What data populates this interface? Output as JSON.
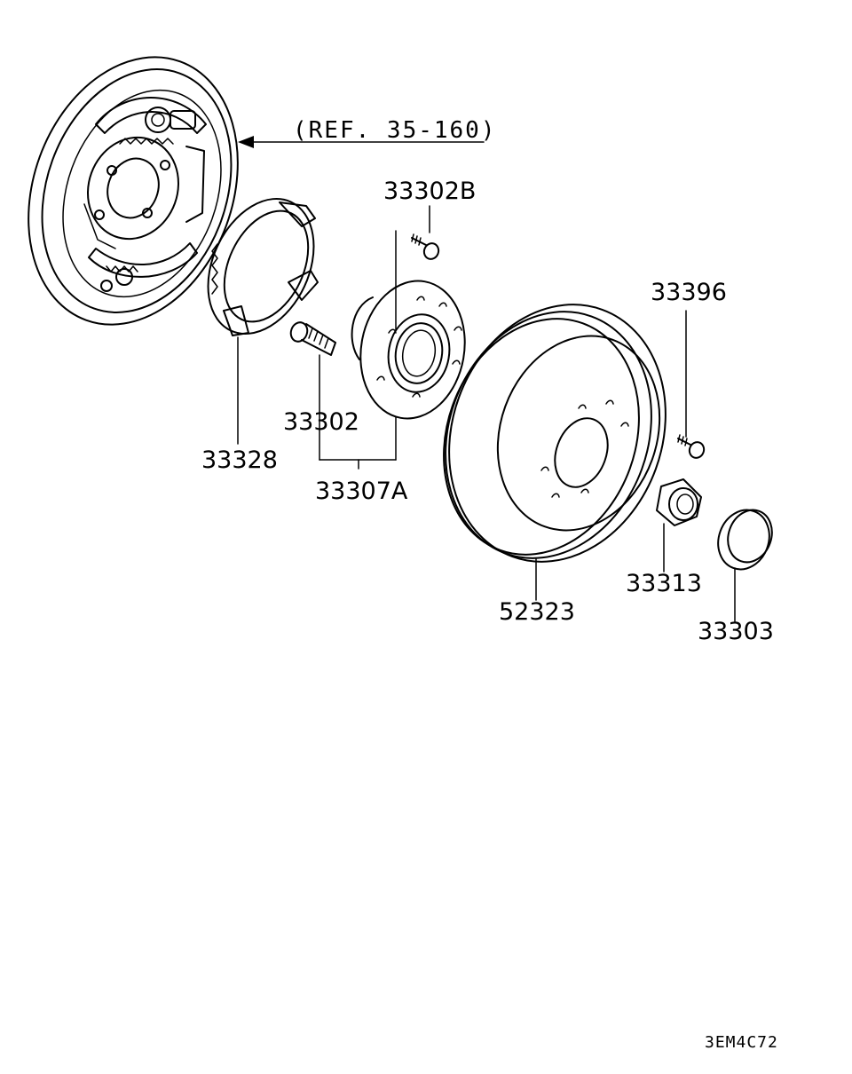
{
  "diagram": {
    "reference": "(REF. 35-160)",
    "drawing_code": "3EM4C72",
    "parts": {
      "backing_plate_sensor_ring": "33328",
      "hub_bolt": "33302",
      "hub_assembly": "33307A",
      "hub_screw": "33302B",
      "brake_drum": "52323",
      "drum_screw": "33396",
      "hub_nut": "33313",
      "hub_cap": "33303"
    }
  }
}
